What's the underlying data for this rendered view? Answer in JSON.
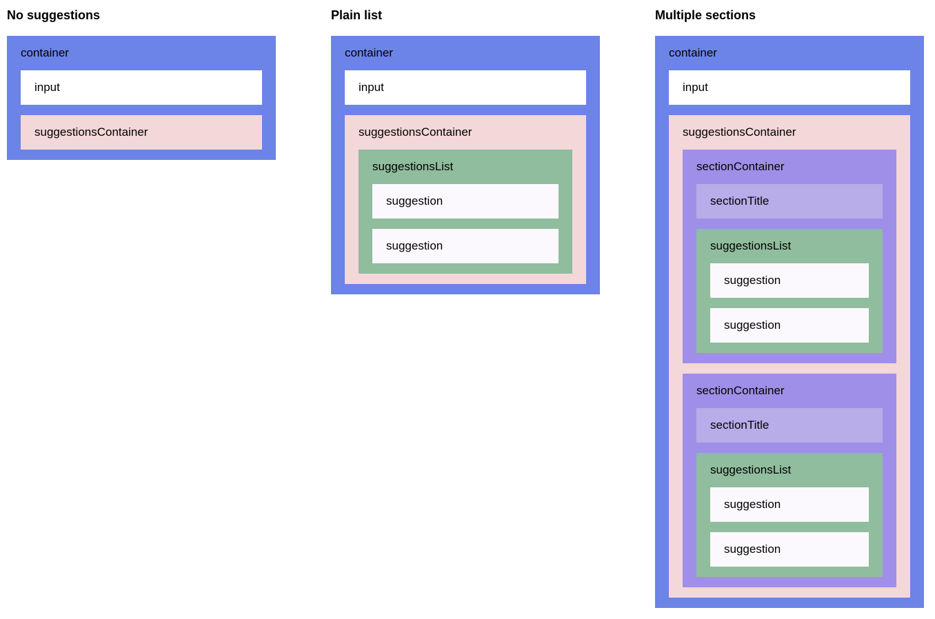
{
  "colors": {
    "container": "#6c83e8",
    "input": "#ffffff",
    "suggestions_container": "#f3d7d9",
    "suggestions_list": "#8fbd9d",
    "suggestion": "#fbf9fe",
    "section_container": "#a08fe8",
    "section_title": "#b8ace9",
    "text": "#000000",
    "page_background": "#ffffff"
  },
  "columns": [
    {
      "title": "No suggestions",
      "container_label": "container",
      "input_label": "input",
      "suggestions_container_label": "suggestionsContainer"
    },
    {
      "title": "Plain list",
      "container_label": "container",
      "input_label": "input",
      "suggestions_container_label": "suggestionsContainer",
      "suggestions_list_label": "suggestionsList",
      "suggestions": [
        "suggestion",
        "suggestion"
      ]
    },
    {
      "title": "Multiple sections",
      "container_label": "container",
      "input_label": "input",
      "suggestions_container_label": "suggestionsContainer",
      "sections": [
        {
          "section_container_label": "sectionContainer",
          "section_title_label": "sectionTitle",
          "suggestions_list_label": "suggestionsList",
          "suggestions": [
            "suggestion",
            "suggestion"
          ]
        },
        {
          "section_container_label": "sectionContainer",
          "section_title_label": "sectionTitle",
          "suggestions_list_label": "suggestionsList",
          "suggestions": [
            "suggestion",
            "suggestion"
          ]
        }
      ]
    }
  ]
}
